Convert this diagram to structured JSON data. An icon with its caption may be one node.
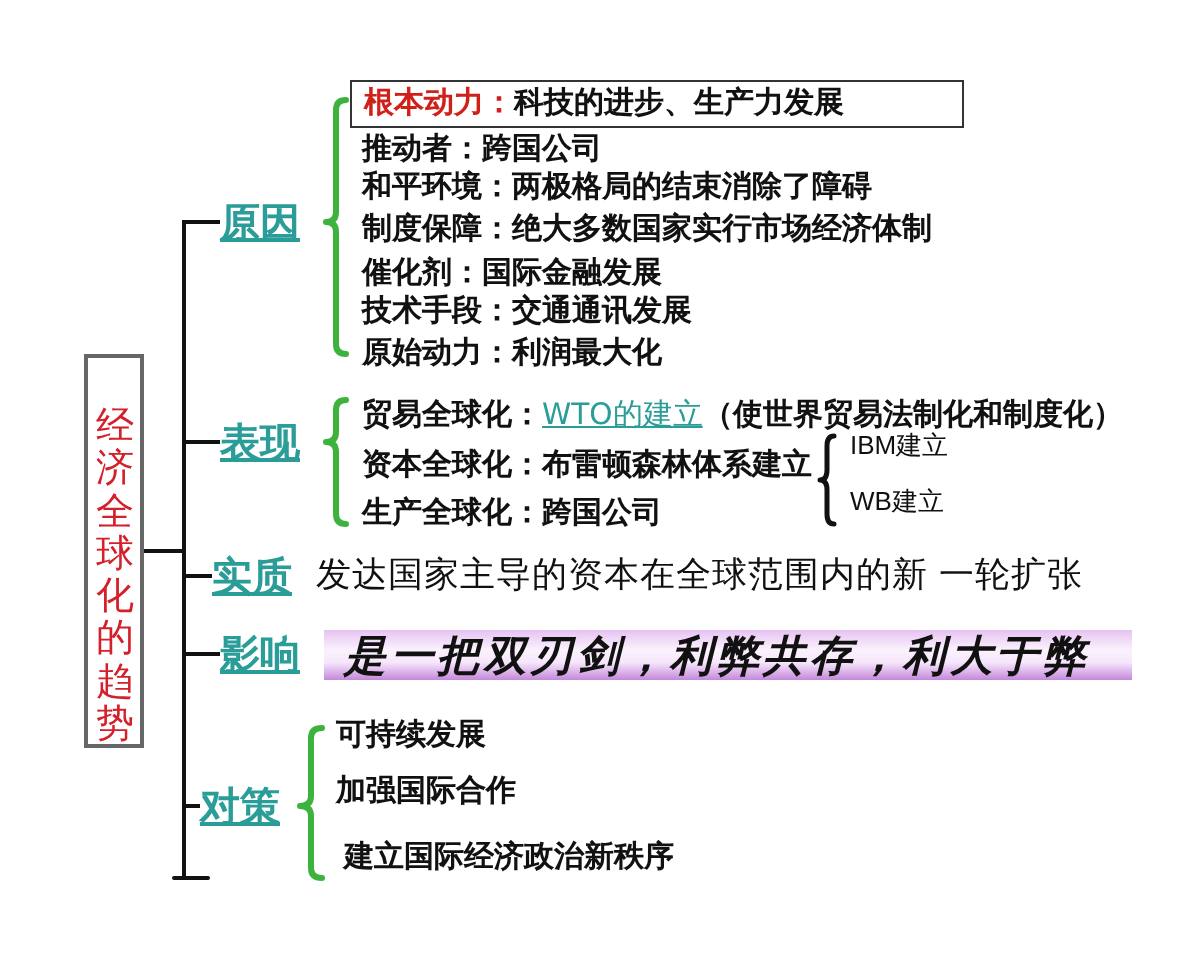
{
  "diagram": {
    "nodes": [
      {
        "text": [
          "经济全球化的趋势"
        ]
      },
      {
        "text": [
          "原因"
        ]
      },
      {
        "text": [
          "根本动力：",
          "科技的进步、生产力发展"
        ]
      },
      {
        "text": [
          "表现"
        ]
      },
      {
        "text": [
          "实质"
        ]
      },
      {
        "text": [
          "影响"
        ]
      },
      {
        "text": [
          "是一把双刃剑，利弊共存，利大于弊"
        ]
      },
      {
        "text": [
          "对策"
        ]
      }
    ],
    "edges": [
      {
        "from": 0,
        "to": 1,
        "arrow": "none"
      },
      {
        "from": 0,
        "to": 3,
        "arrow": "none"
      },
      {
        "from": 0,
        "to": 4,
        "arrow": "none"
      },
      {
        "from": 0,
        "to": 5,
        "arrow": "none"
      },
      {
        "from": 0,
        "to": 7,
        "arrow": "none"
      }
    ],
    "labels": [
      "推动者：跨国公司",
      "和平环境：两极格局的结束消除了障碍",
      "制度保障：绝大多数国家实行市场经济体制",
      "催化剂：国际金融发展",
      "技术手段：交通通讯发展",
      "原始动力：利润最大化",
      "贸易全球化：",
      "WTO的建立",
      "（使世界贸易法制化和制度化）",
      "资本全球化：布雷顿森林体系建立",
      "IBM建立",
      "WB建立",
      "生产全球化：跨国公司",
      "发达国家主导的资本在全球范围内的新 一轮扩张",
      "可持续发展",
      "加强国际合作",
      "建立国际经济政治新秩序"
    ]
  }
}
